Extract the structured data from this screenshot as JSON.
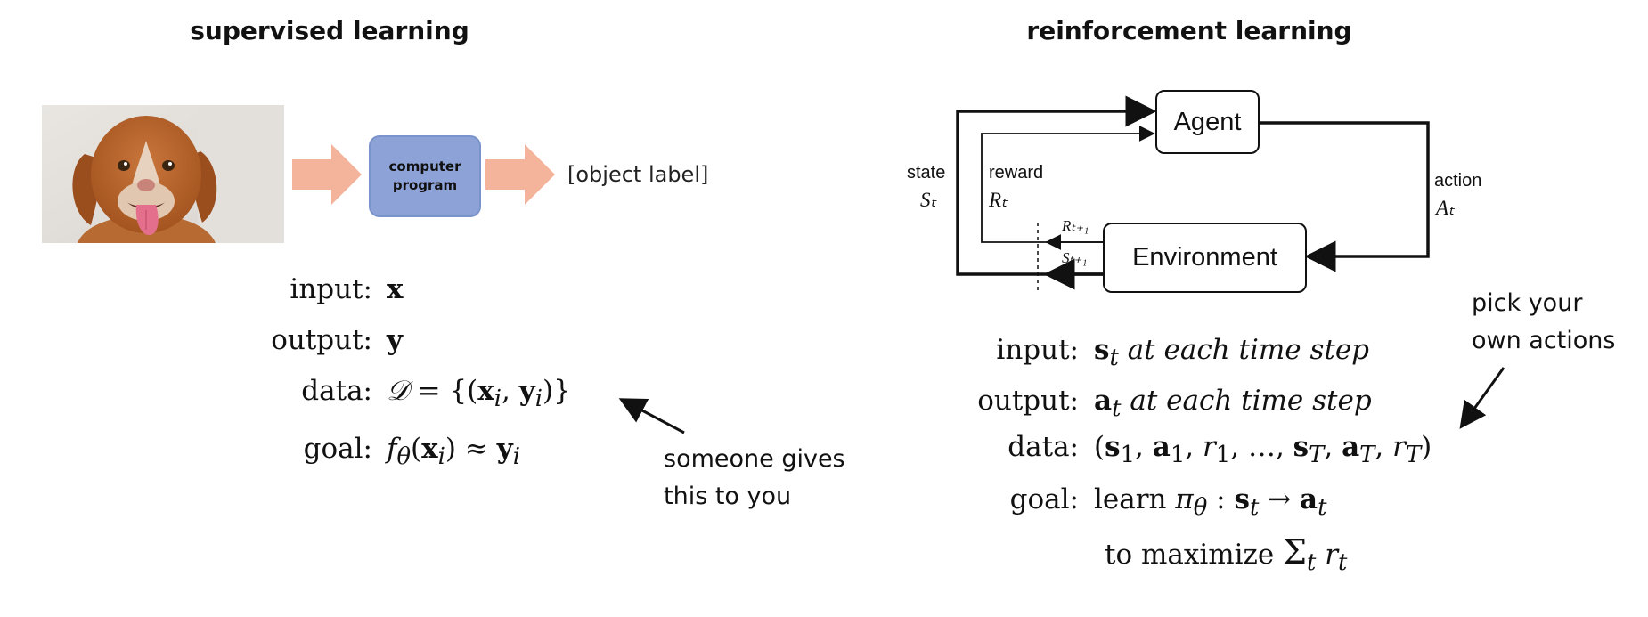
{
  "supervised": {
    "title": "supervised learning",
    "program_label": "computer\nprogram",
    "output_label": "[object label]",
    "rows": [
      {
        "label": "input:",
        "expr": "x"
      },
      {
        "label": "output:",
        "expr": "y"
      },
      {
        "label": "data:",
        "expr": "𝒟 = {(xᵢ, yᵢ)}"
      },
      {
        "label": "goal:",
        "expr": "f_θ(xᵢ) ≈ yᵢ"
      }
    ],
    "note": "someone gives\nthis to you"
  },
  "reinforcement": {
    "title": "reinforcement learning",
    "agent": "Agent",
    "environment": "Environment",
    "state_label": "state",
    "state_symbol": "Sₜ",
    "reward_label": "reward",
    "reward_symbol": "Rₜ",
    "action_label": "action",
    "action_symbol": "Aₜ",
    "next_reward_symbol": "Rₜ₊₁",
    "next_state_symbol": "Sₜ₊₁",
    "rows": [
      {
        "label": "input:",
        "expr": "sₜ at each time step"
      },
      {
        "label": "output:",
        "expr": "aₜ at each time step"
      },
      {
        "label": "data:",
        "expr": "(s₁, a₁, r₁, …, s_T, a_T, r_T)"
      },
      {
        "label": "goal:",
        "expr": "learn π_θ : sₜ → aₜ"
      },
      {
        "label": "",
        "expr": "to maximize Σₜ rₜ"
      }
    ],
    "note": "pick your\nown actions"
  },
  "colors": {
    "arrow_fill": "#f4b49c",
    "program_fill": "#8da3d8",
    "ink": "#111111"
  }
}
